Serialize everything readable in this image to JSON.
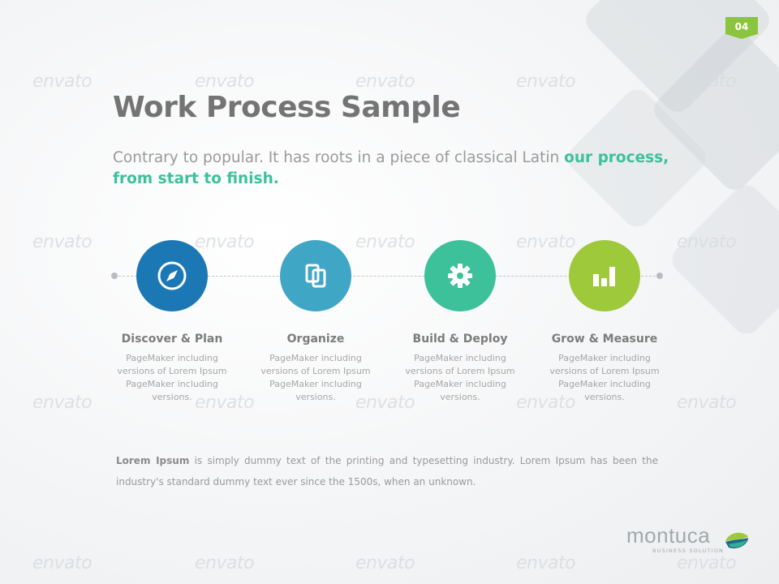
{
  "page_number": "04",
  "title": "Work Process Sample",
  "subtitle": {
    "plain": "Contrary to popular. It has roots in a piece of classical Latin ",
    "accent": "our process, from start to finish."
  },
  "steps": [
    {
      "title": "Discover & Plan",
      "description": "PageMaker including versions of Lorem Ipsum PageMaker including versions.",
      "icon": "compass-icon",
      "color": "#1b78b4"
    },
    {
      "title": "Organize",
      "description": "PageMaker including versions of Lorem Ipsum PageMaker including versions.",
      "icon": "copy-icon",
      "color": "#3fa6c6"
    },
    {
      "title": "Build & Deploy",
      "description": "PageMaker including versions of Lorem Ipsum PageMaker including versions.",
      "icon": "gear-icon",
      "color": "#3cc19b"
    },
    {
      "title": "Grow & Measure",
      "description": "PageMaker including versions of Lorem Ipsum PageMaker including versions.",
      "icon": "bar-chart-icon",
      "color": "#9dc93b"
    }
  ],
  "body": {
    "bold": "Lorem Ipsum",
    "rest": " is simply dummy text of the printing and typesetting industry. Lorem Ipsum has been the industry's standard dummy text ever since the 1500s, when an unknown."
  },
  "logo": {
    "name": "montuca",
    "tagline": "BUSINESS SOLUTION"
  },
  "watermark_text": "envato",
  "colors": {
    "accent": "#3cc19b",
    "badge": "#8bc53f"
  }
}
